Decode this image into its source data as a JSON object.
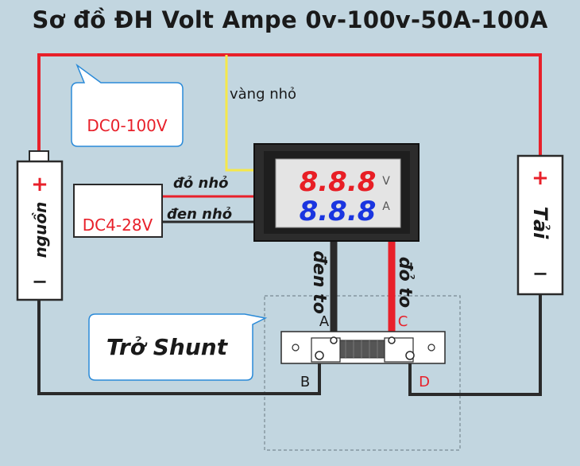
{
  "title": "Sơ đồ ĐH Volt Ampe 0v-100v-50A-100A",
  "labels": {
    "dc_range": "DC0-100V",
    "supply": "DC4-28V",
    "yellow_wire": "vàng nhỏ",
    "red_small": "đỏ nhỏ",
    "black_small": "đen nhỏ",
    "black_big": "đen to",
    "red_big": "đỏ to",
    "shunt": "Trở Shunt",
    "source": "nguồn",
    "load": "Tải",
    "plus": "+",
    "minus": "−",
    "pin_a": "A",
    "pin_b": "B",
    "pin_c": "C",
    "pin_d": "D"
  },
  "meter": {
    "volt_digits": "8.8.8",
    "amp_digits": "8.8.8",
    "volt_unit": "V",
    "amp_unit": "A"
  },
  "colors": {
    "wire_red": "#e8202a",
    "wire_black": "#2a2a2a",
    "wire_yellow": "#f5e84a",
    "volt_digits": "#e81e25",
    "amp_digits": "#1a35e0",
    "callout_text": "#e8202a",
    "background": "#c2d6e0"
  }
}
